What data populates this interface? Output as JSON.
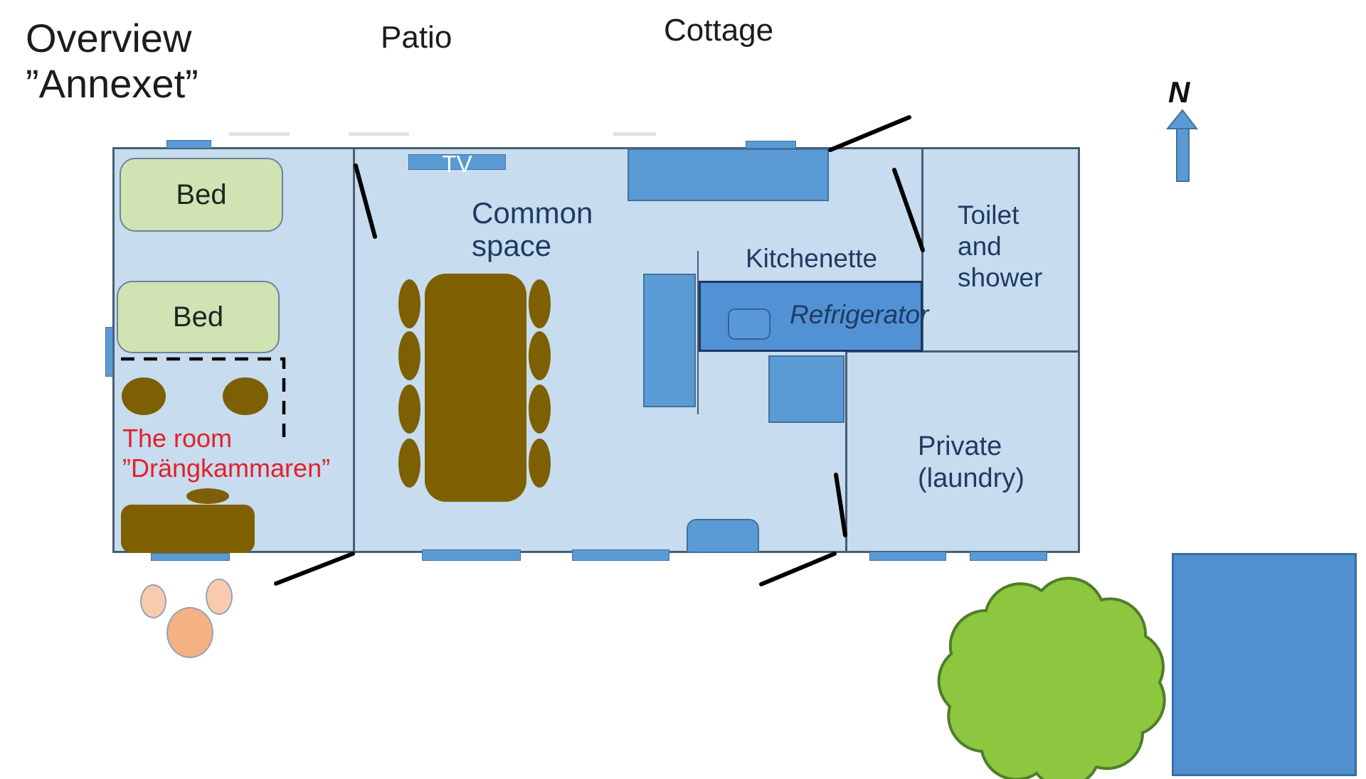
{
  "title": {
    "line1": "Overview",
    "line2": "”Annexet”"
  },
  "outside": {
    "patio": "Patio",
    "cottage": "Cottage"
  },
  "compass": {
    "north": "N"
  },
  "rooms": {
    "common": {
      "line1": "Common",
      "line2": "space"
    },
    "kitchenette": "Kitchenette",
    "refrigerator": "Refrigerator",
    "toilet": {
      "line1": "Toilet",
      "line2": "and",
      "line3": "shower"
    },
    "private": {
      "line1": "Private",
      "line2": "(laundry)"
    },
    "drangkammaren": {
      "line1": "The room",
      "line2": "”Drängkammaren”"
    }
  },
  "furniture": {
    "bed1": "Bed",
    "bed2": "Bed",
    "tv": "TV"
  },
  "colors": {
    "page-bg": "#ffffff",
    "floor-fill": "#c7dcee",
    "wall": "#475d73",
    "accent-blue": "#5b9bd5",
    "accent-blue-border": "#41719c",
    "fridge-fill": "#5292d4",
    "fridge-border": "#1f3864",
    "bed-green": "#cfe3b3",
    "wood": "#7e6000",
    "wood-dark": "#7d5f04",
    "label-navy": "#1f3b63",
    "alert-red": "#e32028",
    "ink": "#1c1c1c",
    "tree-fill": "#8dc63f",
    "tree-border": "#4f7d28",
    "big-square": "#5090ce",
    "peach-light": "#f8cbad",
    "peach-dark": "#f4b183",
    "door-line": "#000000"
  }
}
